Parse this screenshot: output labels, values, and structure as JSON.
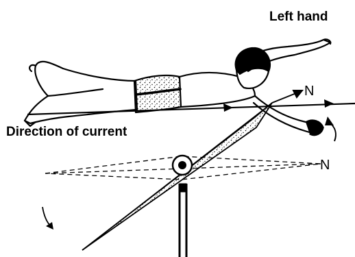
{
  "labels": {
    "left_hand": "Left hand",
    "direction_of_current": "Direction of current",
    "north_deflected": "N",
    "north_original": "N"
  }
}
